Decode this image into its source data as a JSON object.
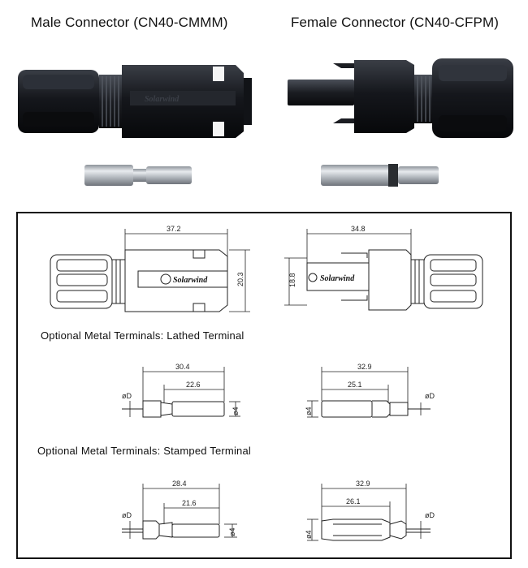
{
  "titles": {
    "male": "Male Connector (CN40-CMMM)",
    "female": "Female Connector (CN40-CFPM)"
  },
  "brand": "Solarwind",
  "drawing": {
    "male_length": "37.2",
    "male_height": "20.3",
    "female_length": "34.8",
    "female_height": "18.8",
    "section_lathed": "Optional Metal Terminals: Lathed Terminal",
    "section_stamped": "Optional Metal Terminals: Stamped Terminal",
    "lathed_male_total": "30.4",
    "lathed_male_inner": "22.6",
    "lathed_female_total": "32.9",
    "lathed_female_inner": "25.1",
    "stamped_male_total": "28.4",
    "stamped_male_inner": "21.6",
    "stamped_female_total": "32.9",
    "stamped_female_inner": "26.1",
    "diameter_d": "øD",
    "diameter_4": "ø4"
  }
}
